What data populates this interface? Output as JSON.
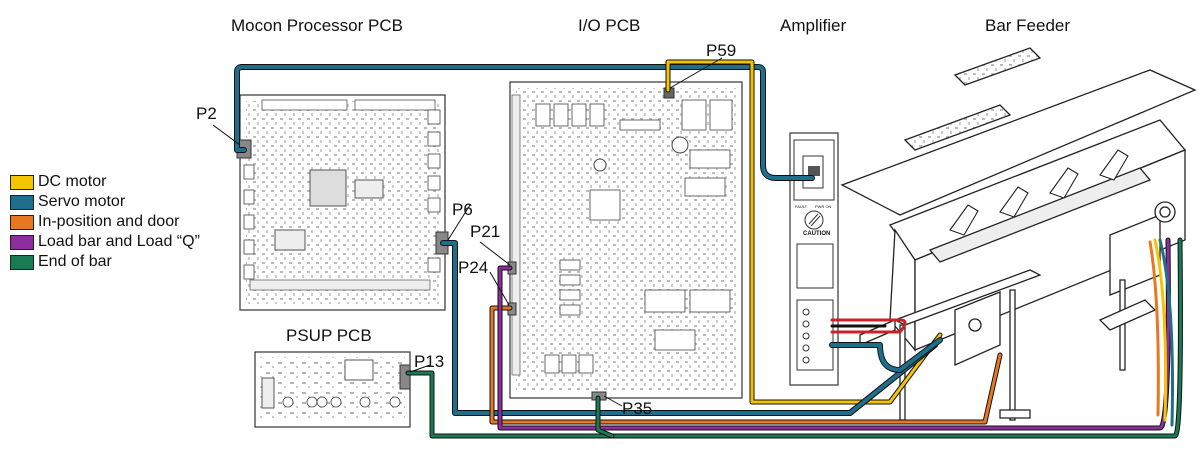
{
  "titles": {
    "mocon": "Mocon Processor PCB",
    "io": "I/O PCB",
    "amplifier": "Amplifier",
    "bar_feeder": "Bar Feeder",
    "psup": "PSUP PCB"
  },
  "connectors": {
    "p2": "P2",
    "p6": "P6",
    "p13": "P13",
    "p21": "P21",
    "p24": "P24",
    "p35": "P35",
    "p59": "P59"
  },
  "legend": [
    {
      "label": "DC motor",
      "color": "#f5c400"
    },
    {
      "label": "Servo motor",
      "color": "#1f6e8c"
    },
    {
      "label": "In-position and door",
      "color": "#e87722"
    },
    {
      "label": "Load bar and Load “Q”",
      "color": "#8e2d9e"
    },
    {
      "label": "End of bar",
      "color": "#1a7a52"
    }
  ],
  "amplifier_caution": "CAUTION",
  "amplifier_fault": "FAULT",
  "amplifier_pwr": "PWR ON"
}
